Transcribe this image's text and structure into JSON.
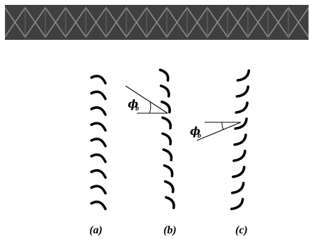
{
  "banner": {
    "pattern": "x-lattice",
    "colors": {
      "background": "#3f3f3f",
      "lines": "#8a8a8a"
    }
  },
  "angle_symbol": "ϕ",
  "angle_subscript": "b",
  "panels": [
    {
      "label": "(a)",
      "curvature": "none",
      "annotated": false
    },
    {
      "label": "(b)",
      "curvature": "upper-arc-up",
      "annotated": true
    },
    {
      "label": "(c)",
      "curvature": "lower-arc-down",
      "annotated": true
    }
  ]
}
